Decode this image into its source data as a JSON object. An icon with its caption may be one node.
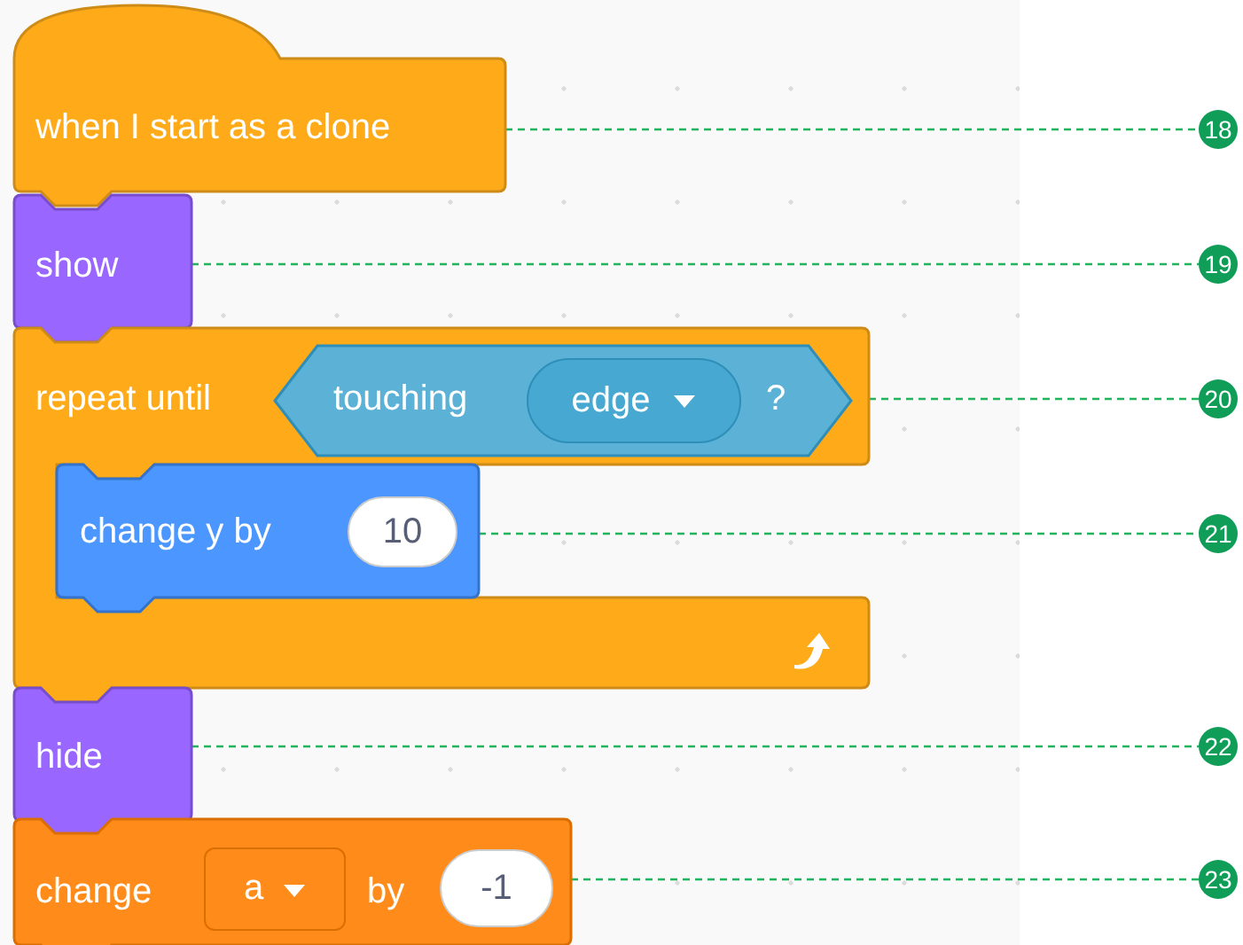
{
  "diagram": {
    "nodes": [
      {
        "text": [
          "when I start as a clone"
        ]
      },
      {
        "text": [
          "show"
        ]
      },
      {
        "text": [
          "repeat until"
        ]
      },
      {
        "text": [
          "touching",
          "?"
        ],
        "in": 2
      },
      {
        "text": [
          "edge"
        ],
        "in": 3
      },
      {
        "text": [
          "change y by"
        ],
        "in": 2
      },
      {
        "text": [
          "10"
        ],
        "in": 5
      },
      {
        "text": [
          "hide"
        ]
      },
      {
        "text": [
          "change",
          "by"
        ]
      },
      {
        "text": [
          "a"
        ],
        "in": 8
      },
      {
        "text": [
          "-1"
        ],
        "in": 8
      },
      {
        "text": [
          "18"
        ]
      },
      {
        "text": [
          "19"
        ]
      },
      {
        "text": [
          "20"
        ]
      },
      {
        "text": [
          "21"
        ]
      },
      {
        "text": [
          "22"
        ]
      },
      {
        "text": [
          "23"
        ]
      }
    ],
    "edges": [
      {
        "from": 0,
        "to": 11,
        "arrow": "none",
        "style": "dashed"
      },
      {
        "from": 1,
        "to": 12,
        "arrow": "none",
        "style": "dashed"
      },
      {
        "from": 2,
        "to": 13,
        "arrow": "none",
        "style": "dashed"
      },
      {
        "from": 5,
        "to": 14,
        "arrow": "none",
        "style": "dashed"
      },
      {
        "from": 7,
        "to": 15,
        "arrow": "none",
        "style": "dashed"
      },
      {
        "from": 8,
        "to": 16,
        "arrow": "none",
        "style": "dashed"
      }
    ]
  }
}
